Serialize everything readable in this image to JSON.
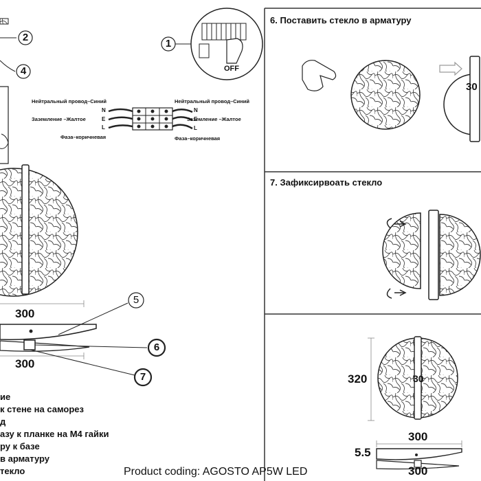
{
  "left_panel": {
    "callouts": {
      "c1": "1",
      "c2": "2",
      "c4": "4",
      "c5": "5",
      "c6": "6",
      "c7": "7"
    },
    "switch_label": "OFF",
    "wiring": {
      "left": {
        "neutral": "Нейтральный провод–Синий",
        "ground": "Заземление –Жалтое",
        "phase": "Фаза–коричневая"
      },
      "right": {
        "neutral": "Нейтральный провод–Синий",
        "ground": "Заземление –Жалтое",
        "phase": "Фаза–коричневая"
      },
      "terminal_letters": [
        "N",
        "E",
        "L",
        "N",
        "E",
        "L"
      ]
    },
    "dims": {
      "width_top": "300",
      "width_bottom": "300"
    },
    "steps_list": [
      "ие",
      "к стене на саморез",
      "д",
      "азу к планке на М4 гайки",
      "ру к базе",
      "в арматуру",
      "текло"
    ]
  },
  "right_panel": {
    "step6": {
      "title": "6. Поставить стекло в арматуру",
      "dim": "30"
    },
    "step7": {
      "title": "7. Зафиксирвоать стекло"
    },
    "final": {
      "height": "320",
      "depth": "30",
      "width": "300",
      "thickness": "5.5",
      "width_bottom": "300"
    }
  },
  "footer": {
    "text": "Product coding: AGOSTO AP5W LED"
  },
  "colors": {
    "line": "#222222",
    "panel_border": "#333333",
    "arrow_gray": "#9a9a9a"
  }
}
